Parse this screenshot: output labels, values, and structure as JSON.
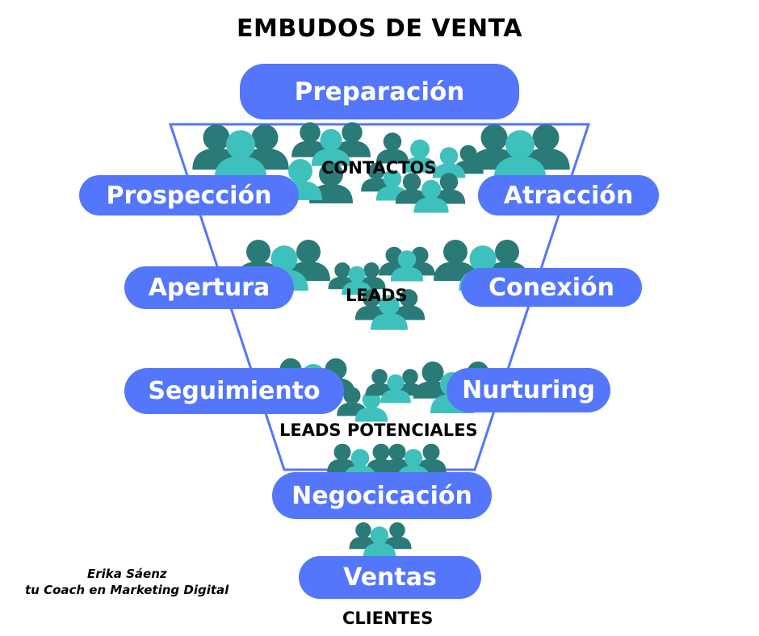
{
  "title": "EMBUDOS DE VENTA",
  "stages": [
    {
      "key": "preparacion",
      "label": "Preparación"
    },
    {
      "key": "prospeccion",
      "label": "Prospección"
    },
    {
      "key": "atraccion",
      "label": "Atracción"
    },
    {
      "key": "apertura",
      "label": "Apertura"
    },
    {
      "key": "conexion",
      "label": "Conexión"
    },
    {
      "key": "seguimiento",
      "label": "Seguimiento"
    },
    {
      "key": "nurturing",
      "label": "Nurturing"
    },
    {
      "key": "negociacion",
      "label": "Negocicación"
    },
    {
      "key": "ventas",
      "label": "Ventas"
    }
  ],
  "levels": {
    "contactos": "CONTACTOS",
    "leads": "LEADS",
    "leads_potenciales": "LEADS POTENCIALES",
    "clientes": "CLIENTES"
  },
  "credit": {
    "name": "Erika Sáenz",
    "subtitle": "tu Coach en Marketing Digital"
  },
  "colors": {
    "pill": "#5476FA",
    "funnel_outline": "#5476FA",
    "people_dark": "#2A7A78",
    "people_light": "#3EC1BC"
  },
  "icons": [
    "people-group-icon"
  ]
}
